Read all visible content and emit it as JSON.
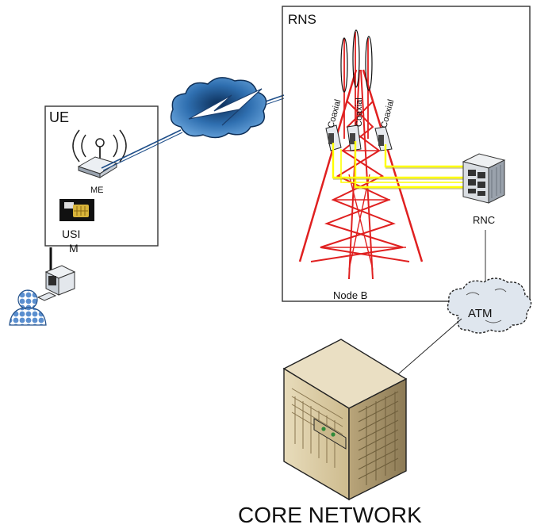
{
  "diagram": {
    "ue_box": {
      "label": "UE"
    },
    "rns_box": {
      "label": "RNS"
    },
    "me": {
      "label": "ME",
      "icon": "wireless-router-icon"
    },
    "usim": {
      "label_line1": "USI",
      "label_line2": "M",
      "icon": "sim-card-icon"
    },
    "user": {
      "icon": "user-icon"
    },
    "workstation": {
      "icon": "computer-icon"
    },
    "radio_cloud": {
      "icon": "cloud-icon",
      "link": "lightning-bolt-icon"
    },
    "node_b": {
      "label": "Node B",
      "icon": "transmission-tower-icon"
    },
    "antennas": [
      {
        "label": "Coaxial"
      },
      {
        "label": "Coaxial"
      },
      {
        "label": "Coaxial"
      }
    ],
    "rnc": {
      "label": "RNC",
      "icon": "server-rack-icon"
    },
    "atm": {
      "label": "ATM",
      "icon": "cloud-icon"
    },
    "core": {
      "label": "CORE NETWORK",
      "icon": "mainframe-icon"
    }
  },
  "colors": {
    "tower": "#e02020",
    "fiber": "#ffff00",
    "cloud_blue": "#3a7fc0",
    "cloud_gray": "#dfe6ee",
    "box_border": "#333333",
    "server_beige": "#d8c9a3"
  }
}
